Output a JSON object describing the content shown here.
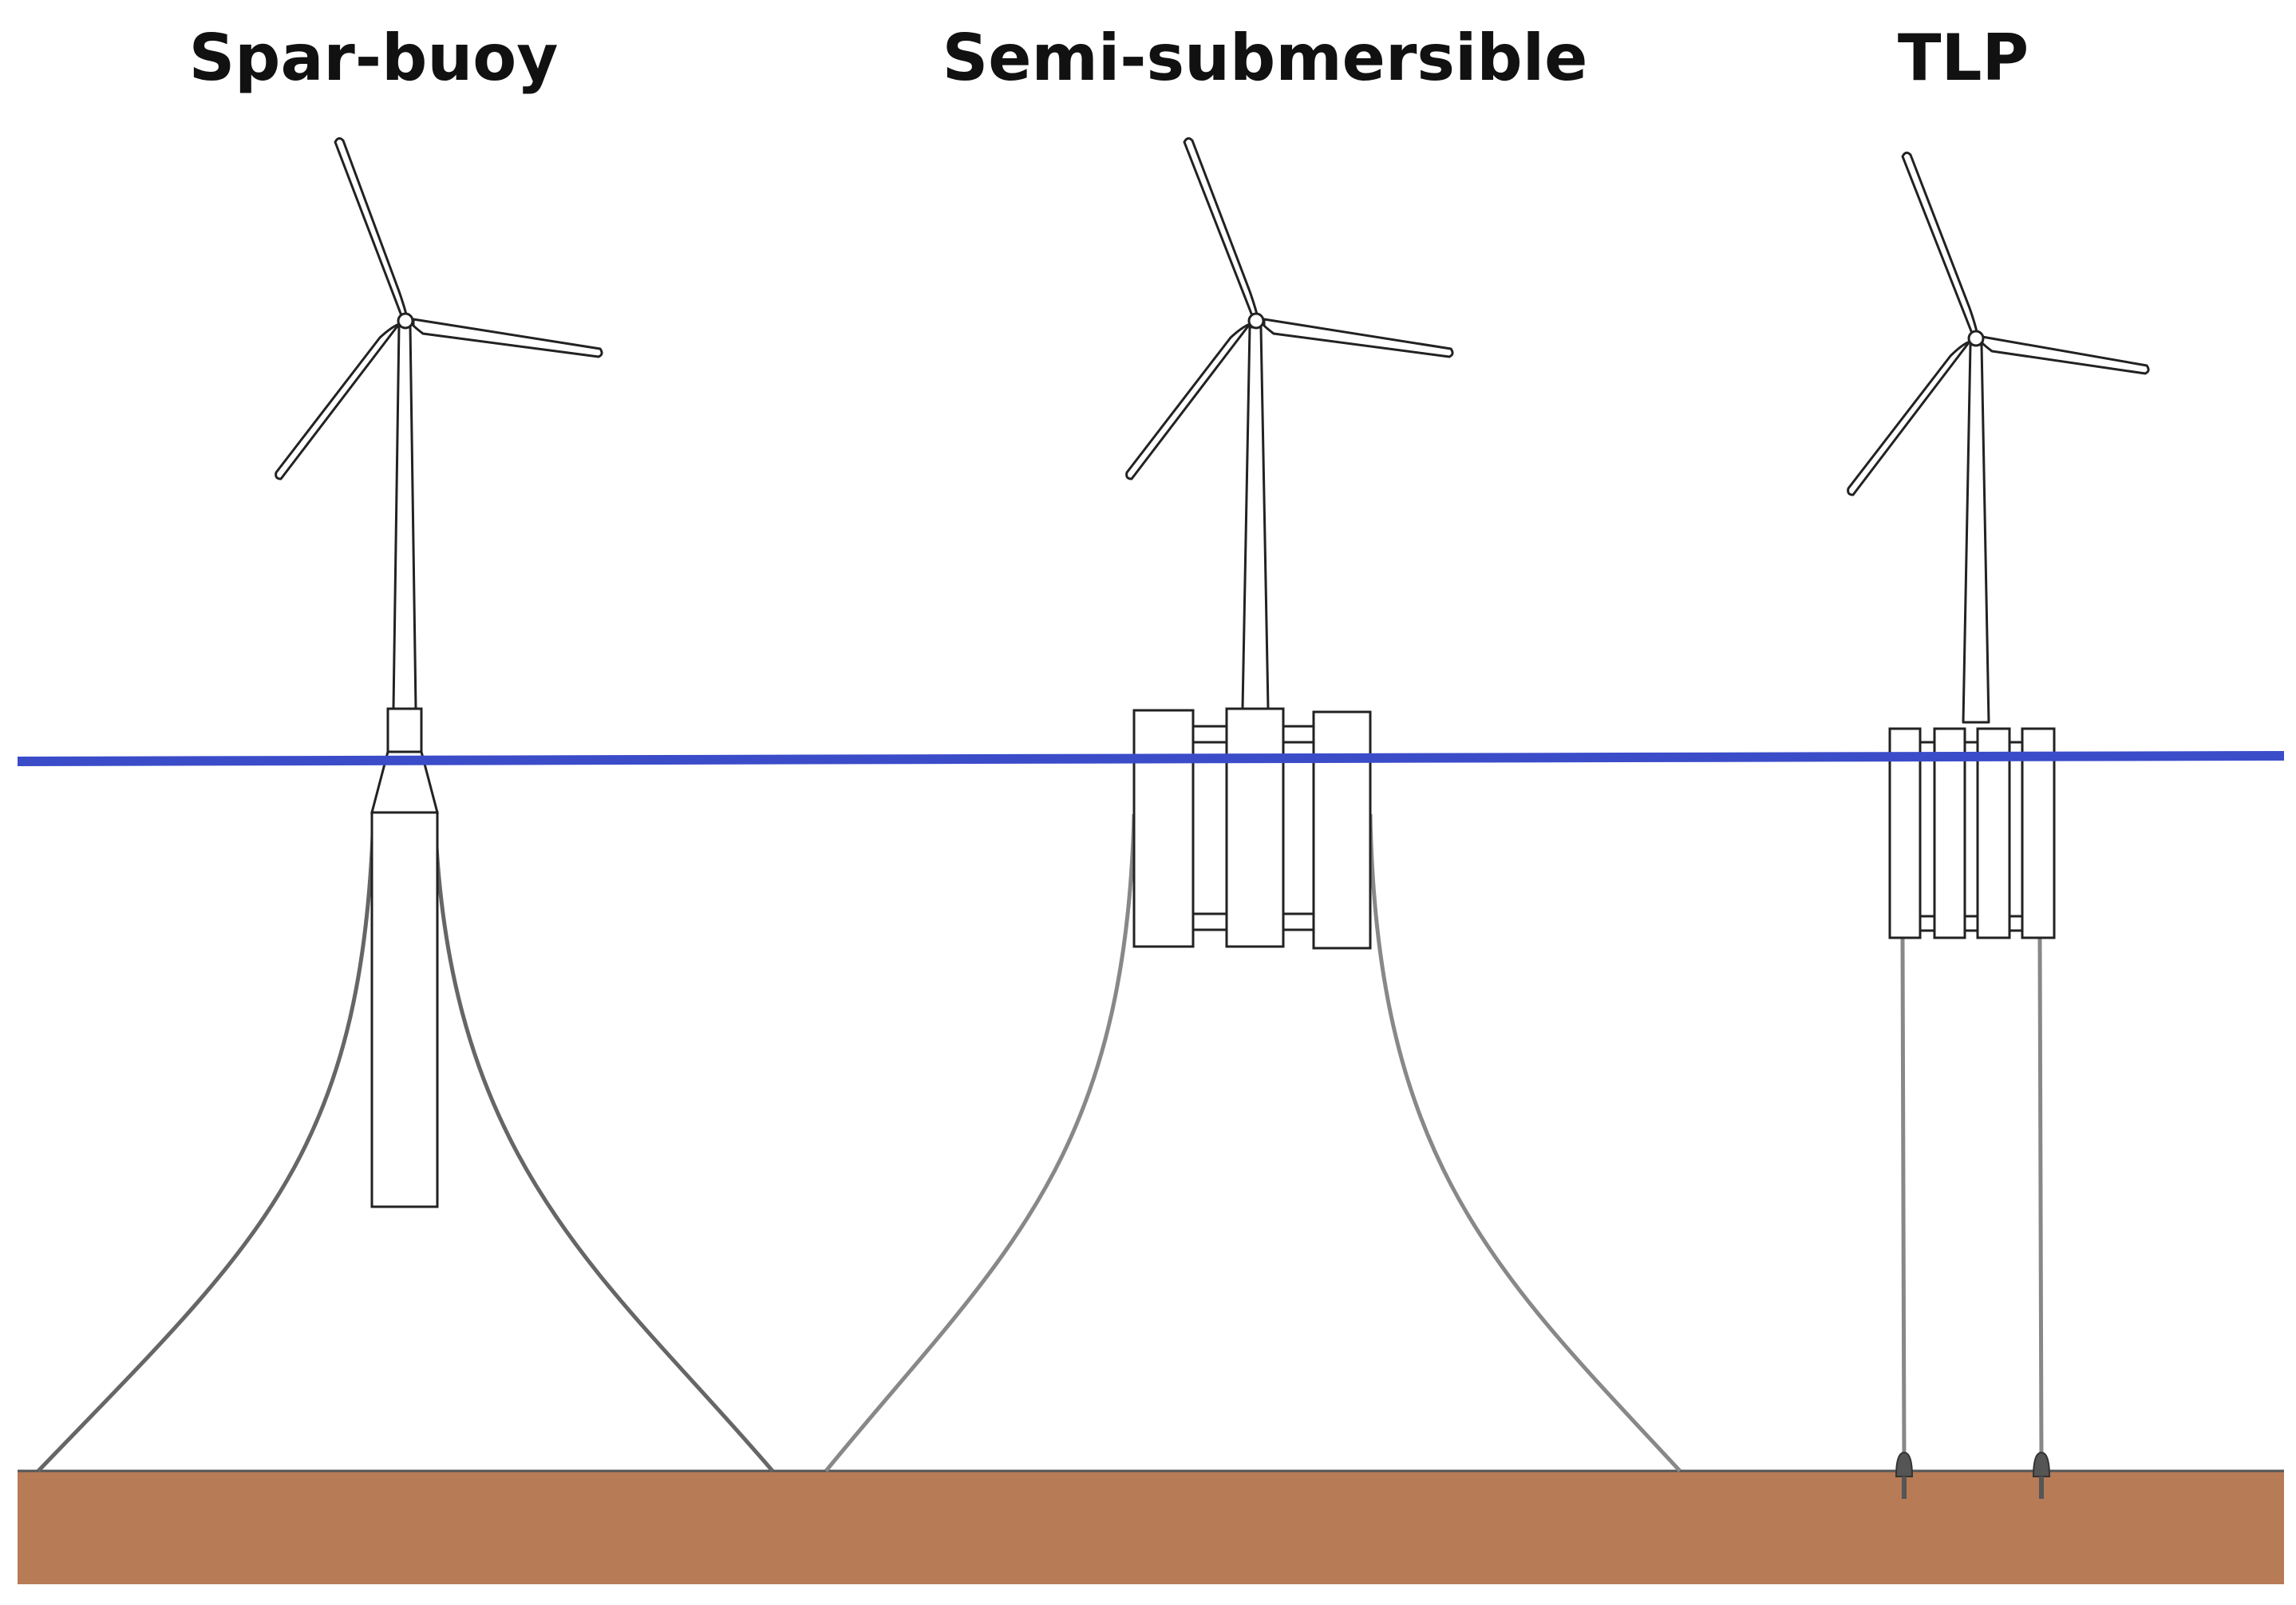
{
  "labels": {
    "spar": "Spar-buoy",
    "semi": "Semi-submersible",
    "tlp": "TLP"
  },
  "colors": {
    "water_line": "#3b4cc9",
    "seabed": "#b77b56",
    "outline": "#222222",
    "mooring": "#666666",
    "anchor": "#555555"
  }
}
